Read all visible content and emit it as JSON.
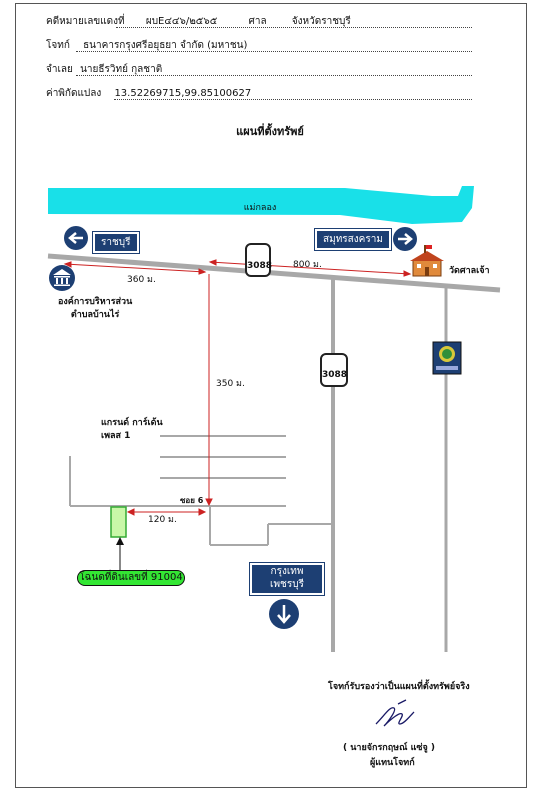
{
  "header": {
    "case_label": "คดีหมายเลขแดงที่",
    "case_value": "ผบE๔๔๖/๒๕๖๕",
    "court_label": "ศาล",
    "court_value": "จังหวัดราชบุรี",
    "plaintiff_label": "โจทก์",
    "plaintiff_value": "ธนาคารกรุงศรีอยุธยา จำกัด (มหาชน)",
    "defendant_label": "จำเลย",
    "defendant_value": "นายธีรวิทย์ กุลชาติ",
    "coord_label": "ค่าพิกัดแปลง",
    "coord_value": "13.52269715,99.85100627"
  },
  "map": {
    "title": "แผนที่ตั้งทรัพย์",
    "river_label": "แม่กลอง",
    "sign_left": "ราชบุรี",
    "sign_right": "สมุทรสงคราม",
    "sign_bottom_line1": "กรุงเทพ",
    "sign_bottom_line2": "เพชรบุรี",
    "route_number_top": "3088",
    "route_number_mid": "3088",
    "dist_left": "360 ม.",
    "dist_right": "800 ม.",
    "dist_down": "350 ม.",
    "dist_soi": "120 ม.",
    "temple_label": "วัดศาลเจ้า",
    "office_line1": "องค์การบริหารส่วน",
    "office_line2": "ตำบลบ้านไร่",
    "village_line1": "แกรนด์ การ์เด้น",
    "village_line2": "เพลส 1",
    "soi_label": "ซอย 6",
    "deed_label": "โฉนดที่ดินเลขที่ 91004",
    "colors": {
      "river": "#19e0e8",
      "road": "#a8a8a8",
      "sign": "#1d3f73",
      "measure": "#cc2222",
      "deed": "#33e633"
    }
  },
  "certification": {
    "statement": "โจทก์รับรองว่าเป็นแผนที่ตั้งทรัพย์จริง",
    "signer": "(   นายจักรกฤษณ์ แซ่จู   )",
    "role": "ผู้แทนโจทก์"
  }
}
